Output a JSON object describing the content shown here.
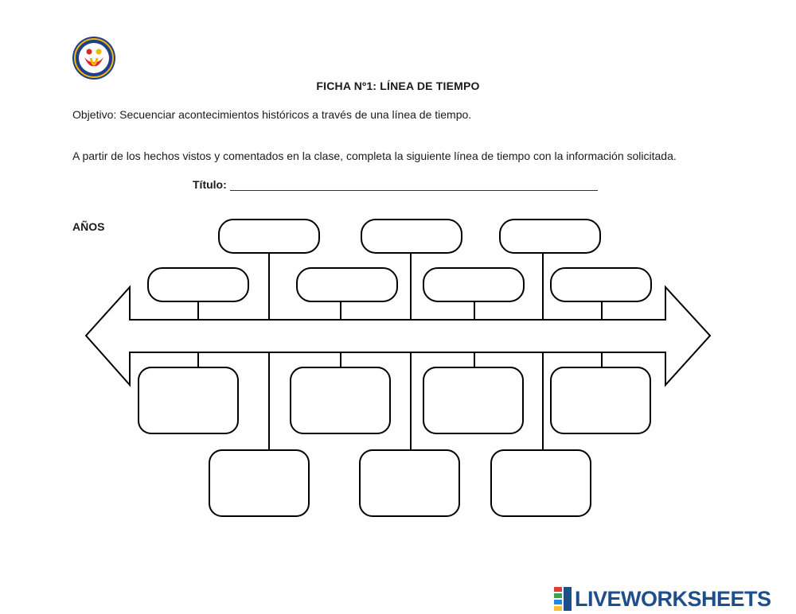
{
  "document": {
    "title": "FICHA Nº1: LÍNEA DE TIEMPO",
    "objective": "Objetivo: Secuenciar acontecimientos históricos a través de una línea de tiempo.",
    "instruction": "A partir de los hechos vistos y comentados en la clase, completa la siguiente línea de tiempo con la información solicitada.",
    "title_field_label": "Título:",
    "years_label": "AÑOS"
  },
  "logo": {
    "icon": "school-logo-icon",
    "colors": [
      "#1f3f8a",
      "#f2b705",
      "#d62828"
    ]
  },
  "timeline": {
    "stroke_color": "#000000",
    "year_boxes_count": 7,
    "event_boxes_count": 7
  },
  "footer": {
    "brand": "LIVEWORKSHEETS",
    "brand_color": "#1f4e8c",
    "mark_colors": [
      "#e53935",
      "#43a047",
      "#1e88e5",
      "#fbc02d"
    ]
  }
}
